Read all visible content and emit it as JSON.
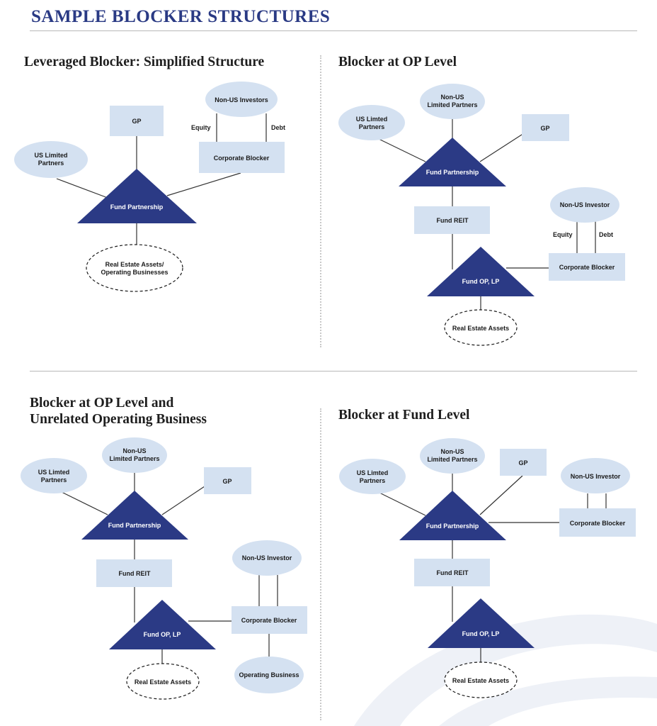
{
  "header": {
    "title": "SAMPLE BLOCKER STRUCTURES"
  },
  "panels": [
    {
      "title": "Leveraged Blocker: Simplified Structure",
      "gp": "GP",
      "us_lp": [
        "US Limited",
        "Partners"
      ],
      "fund_partnership": "Fund Partnership",
      "non_us": [
        "Non-US Investors"
      ],
      "equity": "Equity",
      "debt": "Debt",
      "corporate_blocker": "Corporate Blocker",
      "assets": [
        "Real Estate Assets/",
        "Operating Businesses"
      ]
    },
    {
      "title": "Blocker at OP Level",
      "non_us_lp": [
        "Non-US",
        "Limited Partners"
      ],
      "us_lp": [
        "US Limted",
        "Partners"
      ],
      "gp": "GP",
      "fund_partnership": "Fund Partnership",
      "fund_reit": "Fund REIT",
      "non_us_investor": "Non-US Investor",
      "equity": "Equity",
      "debt": "Debt",
      "corporate_blocker": "Corporate Blocker",
      "fund_op": "Fund OP, LP",
      "assets": "Real Estate Assets"
    },
    {
      "title": "Blocker at OP Level and\nUnrelated Operating Business",
      "non_us_lp": [
        "Non-US",
        "Limited Partners"
      ],
      "us_lp": [
        "US Limted",
        "Partners"
      ],
      "gp": "GP",
      "fund_partnership": "Fund Partnership",
      "fund_reit": "Fund REIT",
      "non_us_investor": "Non-US Investor",
      "corporate_blocker": "Corporate Blocker",
      "fund_op": "Fund OP, LP",
      "assets": "Real Estate Assets",
      "operating_business": "Operating Business"
    },
    {
      "title": "Blocker at Fund Level",
      "non_us_lp": [
        "Non-US",
        "Limited Partners"
      ],
      "us_lp": [
        "US Limted",
        "Partners"
      ],
      "gp": "GP",
      "non_us_investor": "Non-US Investor",
      "fund_partnership": "Fund Partnership",
      "corporate_blocker": "Corporate Blocker",
      "fund_reit": "Fund REIT",
      "fund_op": "Fund OP, LP",
      "assets": "Real Estate Assets"
    }
  ]
}
